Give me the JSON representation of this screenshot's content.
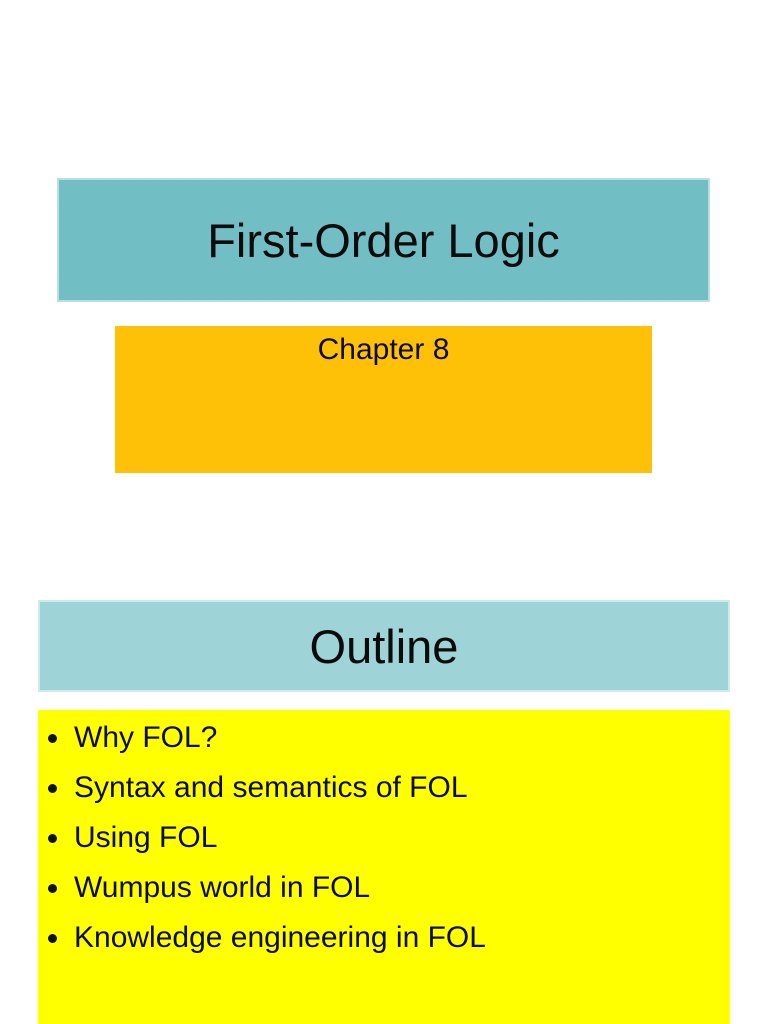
{
  "colors": {
    "page_background": "#ffffff",
    "title_banner_bg": "#72BEC5",
    "chapter_box_bg": "#FFC107",
    "outline_banner_bg": "#9ED4D7",
    "bullets_box_bg": "#FFFF00",
    "text": "#0b0b0b"
  },
  "slide1": {
    "title": "First-Order Logic",
    "subtitle": "Chapter 8"
  },
  "slide2": {
    "title": "Outline",
    "bullets": [
      "Why FOL?",
      "Syntax and semantics of FOL",
      "Using FOL",
      "Wumpus world in FOL",
      "Knowledge engineering in FOL"
    ]
  }
}
